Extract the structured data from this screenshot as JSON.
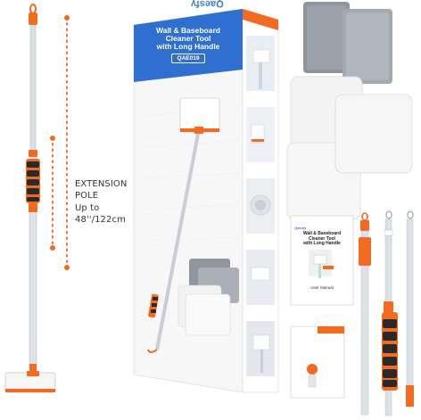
{
  "extension": {
    "line1": "EXTENSION",
    "line2": "POLE",
    "line3": "Up to",
    "line4": "48''/122cm"
  },
  "box": {
    "brand": "Qaesfy",
    "title_line1": "Wall & Baseboard",
    "title_line2": "Cleaner Tool",
    "title_line3": "with Long Handle",
    "model": "QAE019"
  },
  "manual": {
    "brand": "Qaesfy",
    "title_line1": "Wall & Baseboard",
    "title_line2": "Cleaner Tool",
    "title_line3": "with Long Handle",
    "label": "User Manual"
  },
  "colors": {
    "accent_orange": "#f26b21",
    "box_blue": "#2f6fd0",
    "grip_black": "#2a2a2a",
    "pole_silver": "#d8dde3",
    "pad_gray": "#9aa0a6",
    "pad_white": "#f4f4f4"
  }
}
